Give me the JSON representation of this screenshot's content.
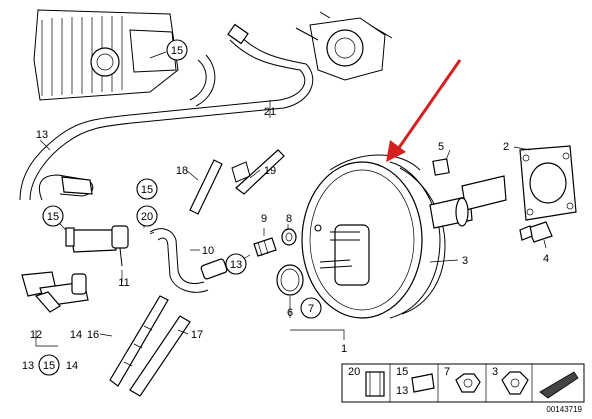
{
  "labels": {
    "l1": "1",
    "l2": "2",
    "l3": "3",
    "l4": "4",
    "l5": "5",
    "l6": "6",
    "l7": "7",
    "l8": "8",
    "l9": "9",
    "l10": "10",
    "l11": "11",
    "l12": "12",
    "l13a": "13",
    "l13b": "13",
    "l13c": "13",
    "l14a": "14",
    "l14b": "14",
    "l15a": "15",
    "l15b": "15",
    "l15c": "15",
    "l15d": "15",
    "l16": "16",
    "l17": "17",
    "l18": "18",
    "l19": "19",
    "l20": "20",
    "l21": "21"
  },
  "legend": {
    "b20": "20",
    "b15": "15",
    "b13": "13",
    "b7": "7",
    "b3": "3"
  },
  "footer": {
    "part_number": "00143719"
  },
  "annotation": {
    "arrow_color": "#d62020"
  }
}
